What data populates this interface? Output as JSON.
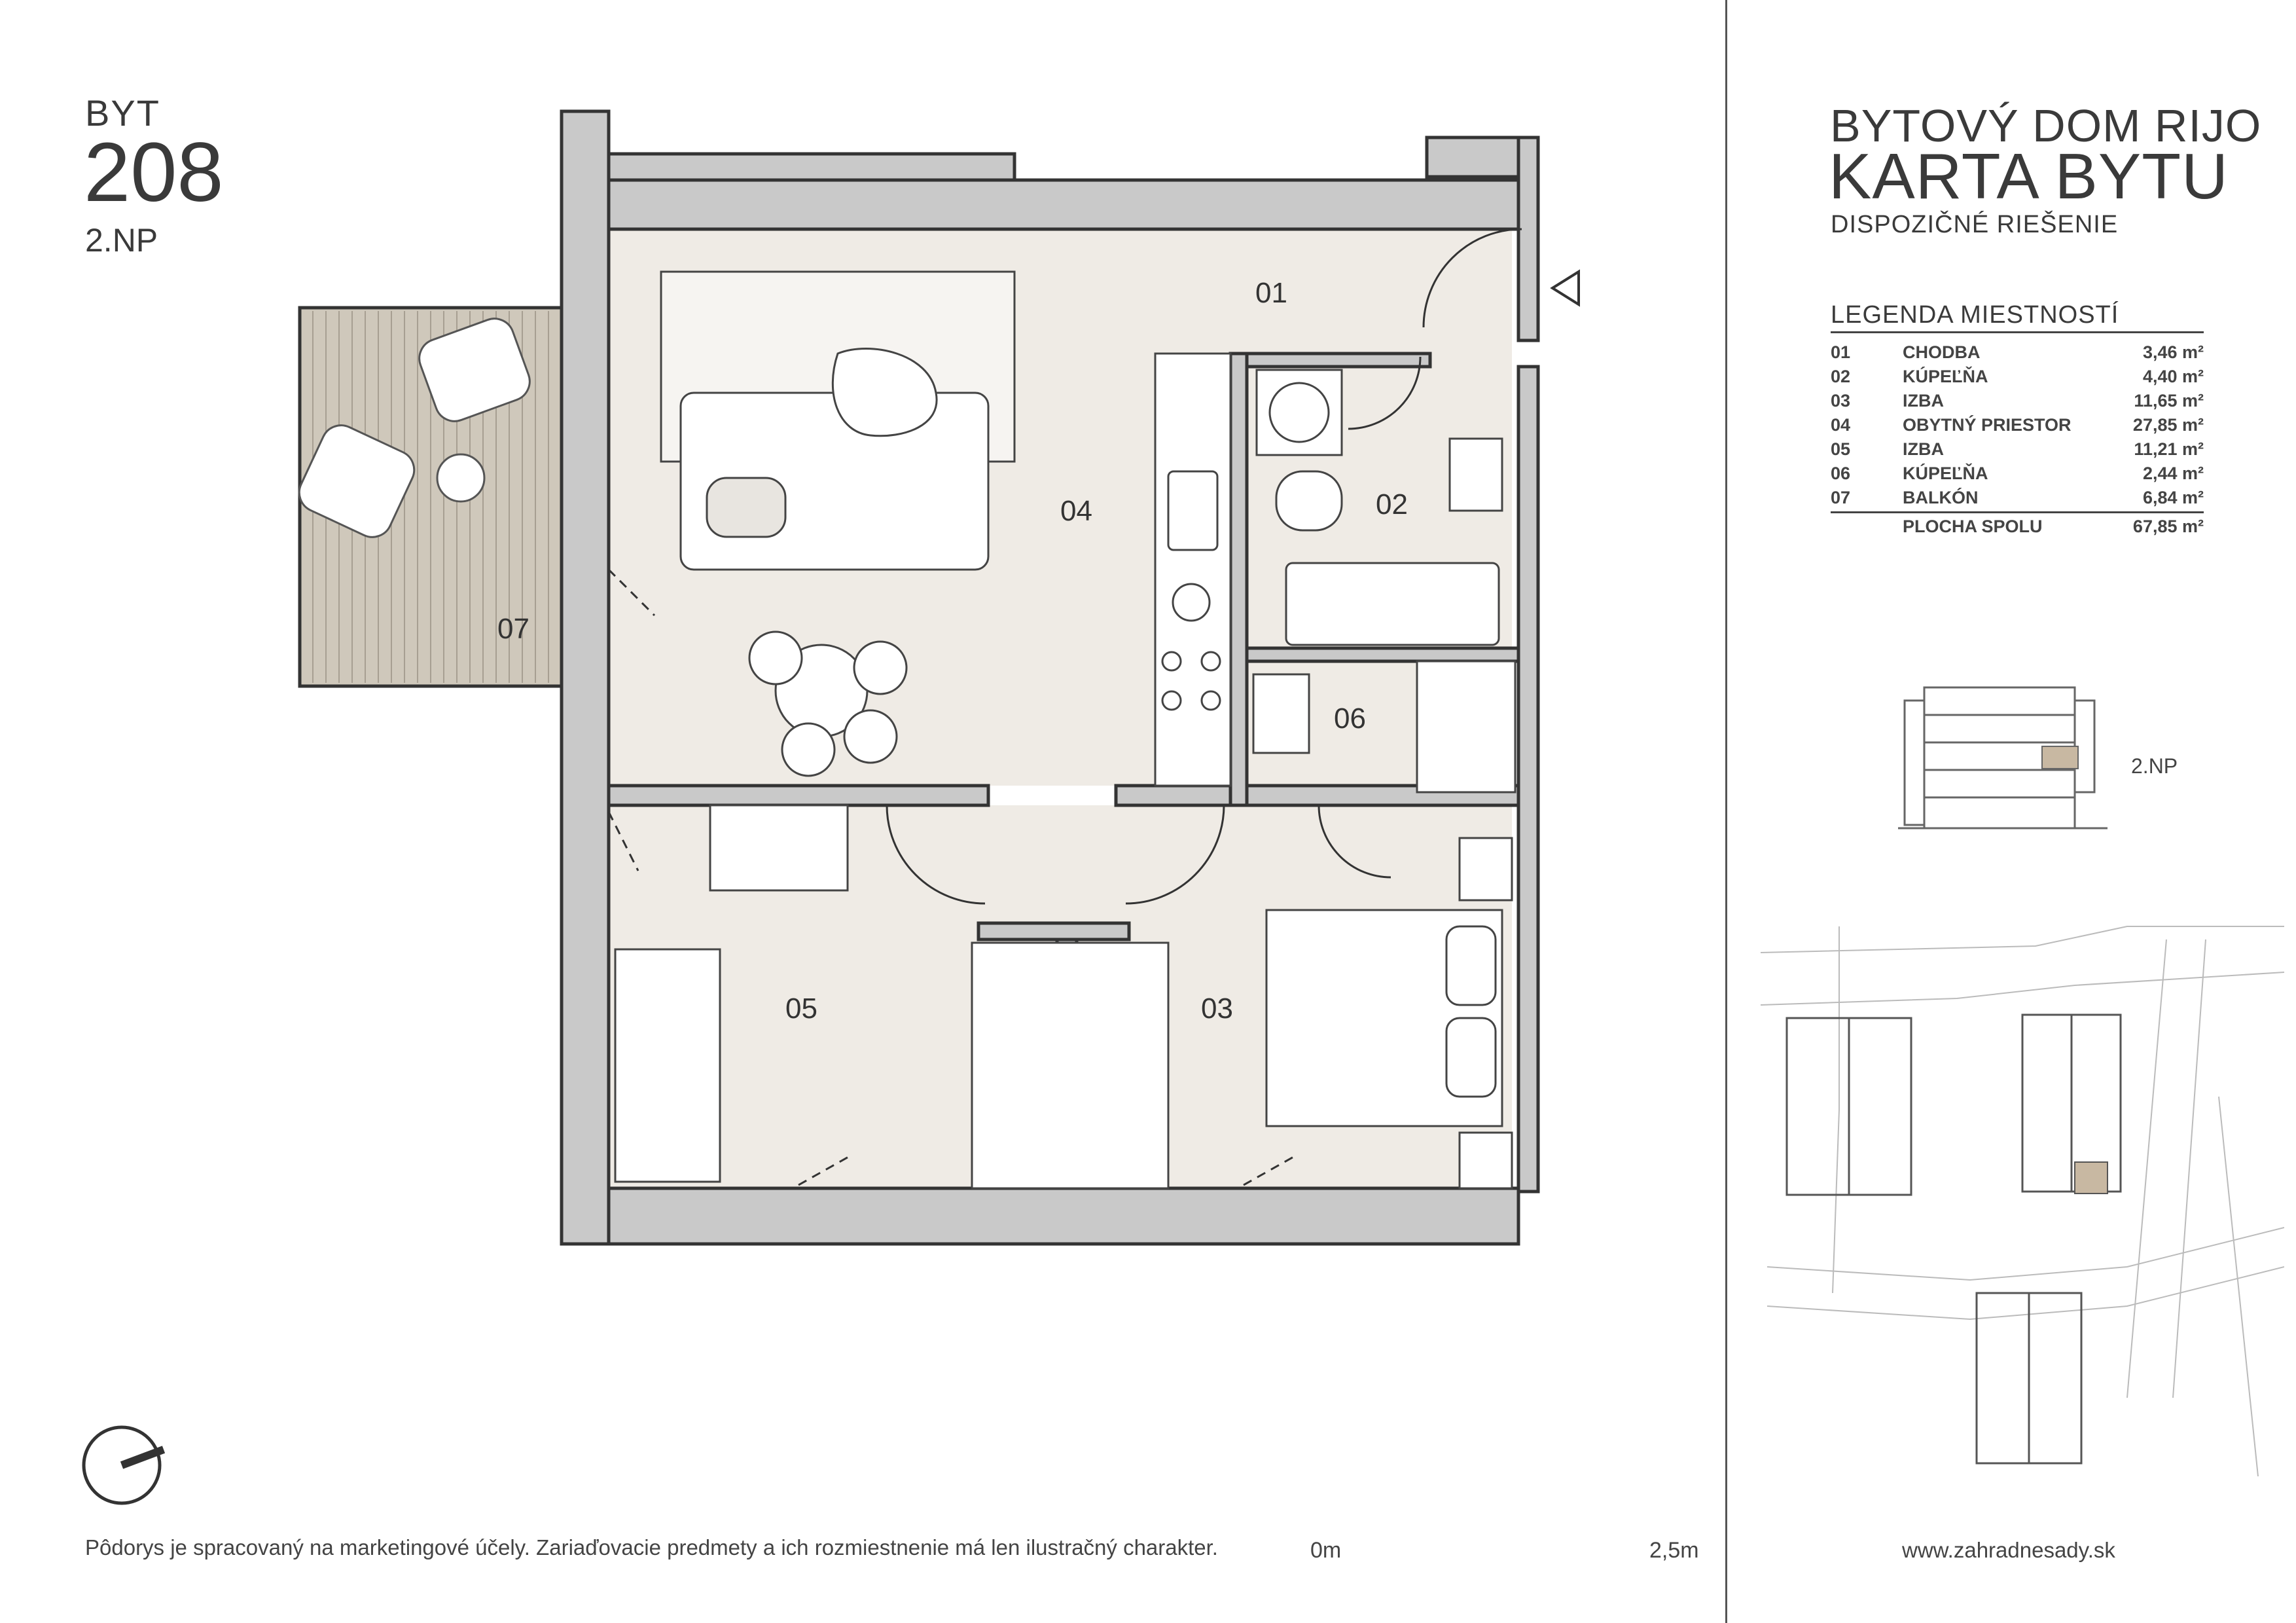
{
  "unit": {
    "label": "BYT",
    "number": "208",
    "floor": "2.NP"
  },
  "header": {
    "project": "BYTOVÝ DOM RIJO",
    "title": "KARTA BYTU",
    "subtitle": "DISPOZIČNÉ RIEŠENIE"
  },
  "legend": {
    "heading": "LEGENDA MIESTNOSTÍ",
    "rows": [
      {
        "num": "01",
        "name": "CHODBA",
        "area": "3,46 m²"
      },
      {
        "num": "02",
        "name": "KÚPEĽŇA",
        "area": "4,40 m²"
      },
      {
        "num": "03",
        "name": "IZBA",
        "area": "11,65 m²"
      },
      {
        "num": "04",
        "name": "OBYTNÝ PRIESTOR",
        "area": "27,85 m²"
      },
      {
        "num": "05",
        "name": "IZBA",
        "area": "11,21 m²"
      },
      {
        "num": "06",
        "name": "KÚPEĽŇA",
        "area": "2,44 m²"
      },
      {
        "num": "07",
        "name": "BALKÓN",
        "area": "6,84 m²"
      }
    ],
    "total_label": "PLOCHA SPOLU",
    "total_area": "67,85 m²"
  },
  "rooms": {
    "r01": "01",
    "r02": "02",
    "r03": "03",
    "r04": "04",
    "r05": "05",
    "r06": "06",
    "r07": "07"
  },
  "section_floor": "2.NP",
  "footer": {
    "disclaimer": "Pôdorys je spracovaný na marketingové účely. Zariaďovacie predmety a ich rozmiestnenie má len ilustračný charakter.",
    "scale_start": "0m",
    "scale_end": "2,5m",
    "website": "www.zahradnesady.sk"
  },
  "colors": {
    "floor": "#efebe5",
    "wall": "#c9c9c9",
    "balcony": "#cfc8bb",
    "highlight": "#c8b8a2",
    "ink": "#3a3a3a"
  }
}
